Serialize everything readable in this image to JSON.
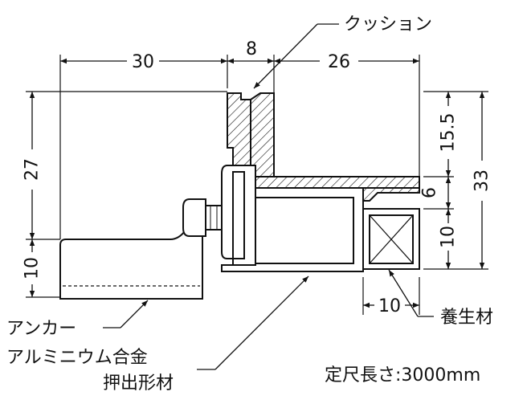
{
  "dimensions": {
    "top_left": "30",
    "top_middle": "8",
    "top_right": "26",
    "left_upper": "27",
    "left_lower": "10",
    "right_a": "15.5",
    "right_b": "6",
    "right_c": "10",
    "right_total": "33",
    "bottom": "10"
  },
  "labels": {
    "cushion": "クッション",
    "anchor": "アンカー",
    "profile_line1": "アルミニウム合金",
    "profile_line2": "押出形材",
    "protector": "養生材",
    "length": "定尺長さ:3000mm"
  },
  "colors": {
    "line": "#111111",
    "background": "#ffffff"
  }
}
